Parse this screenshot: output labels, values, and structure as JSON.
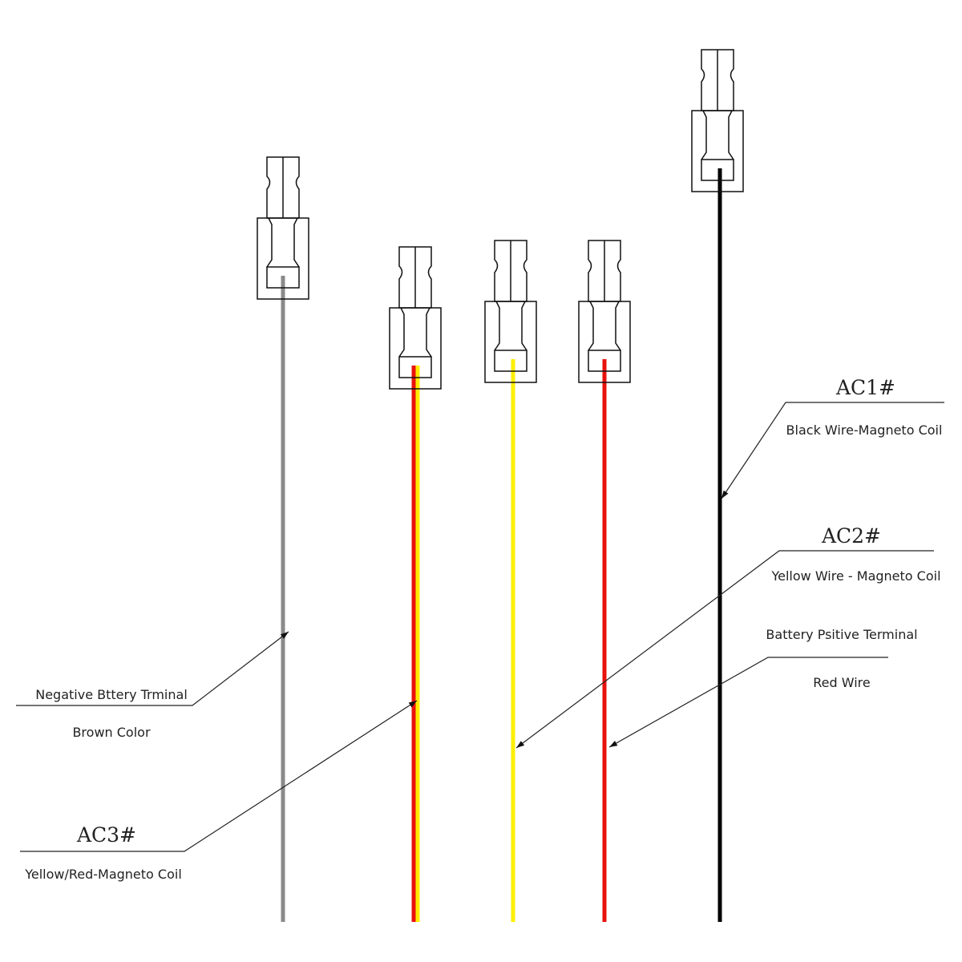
{
  "wires": [
    {
      "id": "negative",
      "color": "#8a8a8a",
      "second_color": null
    },
    {
      "id": "ac3",
      "color": "#e8120c",
      "second_color": "#ffea00"
    },
    {
      "id": "ac2",
      "color": "#ffee00",
      "second_color": null
    },
    {
      "id": "positive",
      "color": "#e8120c",
      "second_color": null
    },
    {
      "id": "ac1",
      "color": "#000000",
      "second_color": null
    }
  ],
  "labels": {
    "ac1_code": "AC1#",
    "ac1_desc": "Black Wire-Magneto Coil",
    "ac2_code": "AC2#",
    "ac2_desc": "Yellow Wire - Magneto Coil",
    "positive_title": "Battery Psitive Terminal",
    "positive_desc": "Red Wire",
    "negative_title": "Negative Bttery Trminal",
    "negative_desc": "Brown Color",
    "ac3_code": "AC3#",
    "ac3_desc": "Yellow/Red-Magneto Coil"
  }
}
